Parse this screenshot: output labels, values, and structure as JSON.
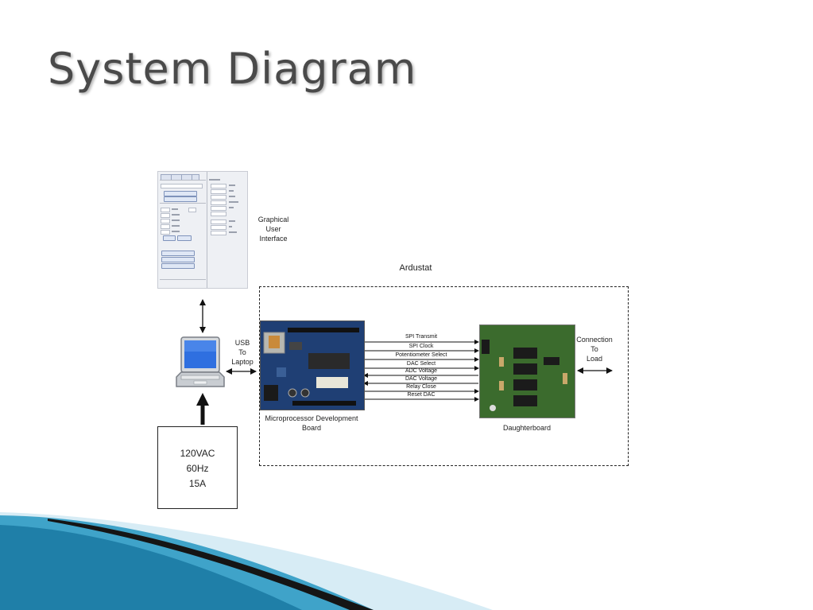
{
  "slide": {
    "title": "System Diagram"
  },
  "labels": {
    "gui": [
      "Graphical",
      "User",
      "Interface"
    ],
    "ardustat": "Ardustat",
    "usb": [
      "USB",
      "To",
      "Laptop"
    ],
    "connection": [
      "Connection",
      "To",
      "Load"
    ],
    "micro": [
      "Microprocessor Development",
      "Board"
    ],
    "daughterboard": "Daughterboard",
    "power": [
      "120VAC",
      "60Hz",
      "15A"
    ]
  },
  "signals": [
    {
      "label": "SPI Transmit",
      "direction": "right"
    },
    {
      "label": "SPI Clock",
      "direction": "right"
    },
    {
      "label": "Potentiometer Select",
      "direction": "right"
    },
    {
      "label": "DAC Select",
      "direction": "right"
    },
    {
      "label": "ADC Voltage",
      "direction": "left"
    },
    {
      "label": "DAC Voltage",
      "direction": "left"
    },
    {
      "label": "Relay Close",
      "direction": "right"
    },
    {
      "label": "Reset DAC",
      "direction": "right"
    }
  ],
  "colors": {
    "accent_teal": "#2a8fb5",
    "accent_dark": "#1a1a1a",
    "pcb_blue": "#1f3f74",
    "pcb_green": "#3b6b2d"
  }
}
